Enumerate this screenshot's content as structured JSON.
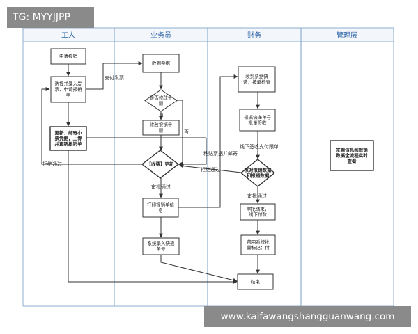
{
  "watermarks": {
    "top_left": "TG: MYYJJPP",
    "bottom_right": "www.kaifawangshangguanwang.com"
  },
  "lanes": [
    {
      "id": "worker",
      "label": "工人"
    },
    {
      "id": "clerk",
      "label": "业务员"
    },
    {
      "id": "finance",
      "label": "财务"
    },
    {
      "id": "manager",
      "label": "管理层"
    }
  ],
  "nodes": [
    {
      "id": "apply",
      "shape": "rect",
      "lines": [
        "申请报销"
      ]
    },
    {
      "id": "select",
      "shape": "rect",
      "lines": [
        "选择并录入发",
        "票、申请报销",
        "单"
      ]
    },
    {
      "id": "update",
      "shape": "rect",
      "bold": true,
      "lines": [
        "更新：邮寄小",
        "票凭据，上传",
        "并更新报销单"
      ]
    },
    {
      "id": "receive",
      "shape": "rect",
      "lines": [
        "收到票据"
      ]
    },
    {
      "id": "check_amount",
      "shape": "diamond",
      "lines": [
        "是否修改金",
        "额"
      ]
    },
    {
      "id": "modify",
      "shape": "rect",
      "lines": [
        "修改报销金",
        "额"
      ]
    },
    {
      "id": "review",
      "shape": "diamond",
      "bold": true,
      "lines": [
        "【收票】更新"
      ]
    },
    {
      "id": "print",
      "shape": "rect",
      "lines": [
        "打印报销单信",
        "息"
      ]
    },
    {
      "id": "express",
      "shape": "rect",
      "lines": [
        "系统录入快递",
        "单号"
      ]
    },
    {
      "id": "fin_receive",
      "shape": "rect",
      "lines": [
        "收到票据快",
        "递，按单检查"
      ]
    },
    {
      "id": "batch",
      "shape": "rect",
      "lines": [
        "根据快递单号",
        "批量签收"
      ]
    },
    {
      "id": "audit",
      "shape": "diamond",
      "bold": true,
      "lines": [
        "核对报销数据",
        "和报销数据"
      ]
    },
    {
      "id": "pay",
      "shape": "rect",
      "lines": [
        "审批结束，",
        "线下付款"
      ]
    },
    {
      "id": "mark",
      "shape": "rect",
      "lines": [
        "费用系统批",
        "量标记：付"
      ]
    },
    {
      "id": "end",
      "shape": "rect",
      "lines": [
        "结束"
      ]
    },
    {
      "id": "report",
      "shape": "rect",
      "bold": true,
      "lines": [
        "发票信息和报销",
        "数据全流程实时",
        "查看"
      ]
    }
  ],
  "edge_labels": {
    "submit": "支付发票",
    "yes": "是",
    "no": "否",
    "approved1": "审批通过",
    "rejected1": "拒绝通过",
    "mail": "粘贴票据并邮寄",
    "offline": "线下签收支付跟单",
    "rejected2": "拒绝通过",
    "approved2": "审批通过"
  },
  "colors": {
    "lane_border": "#8eafd0",
    "lane_header_bg": "#f3f6fa",
    "lane_header_text": "#2f66a8",
    "node_border": "#333333",
    "line": "#333333"
  }
}
